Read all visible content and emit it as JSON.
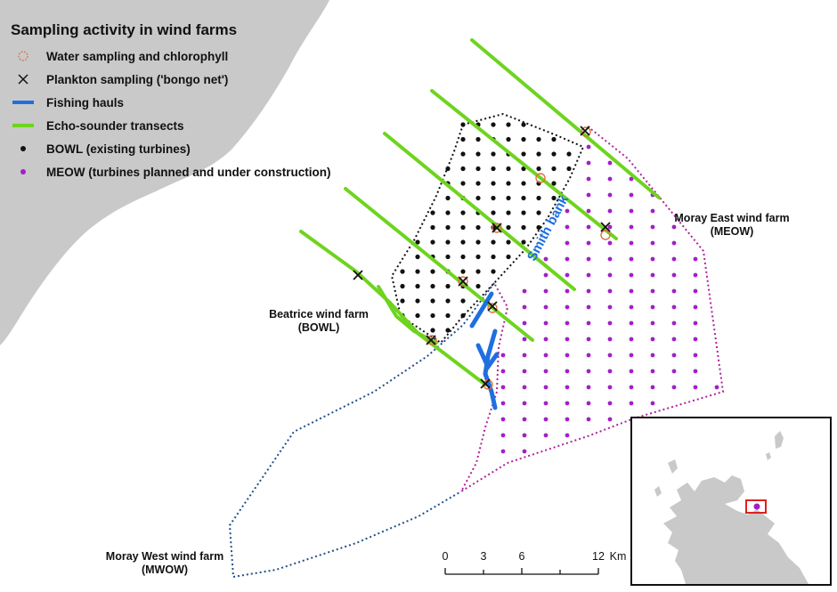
{
  "legend": {
    "title": "Sampling activity in wind farms",
    "items": [
      {
        "label": "Water sampling and chlorophyll",
        "icon": "orange-circle-icon"
      },
      {
        "label": "Plankton sampling ('bongo net')",
        "icon": "black-cross-icon"
      },
      {
        "label": "Fishing hauls",
        "icon": "blue-line-icon"
      },
      {
        "label": "Echo-sounder transects",
        "icon": "green-line-icon"
      },
      {
        "label": "BOWL (existing turbines)",
        "icon": "black-dot-icon"
      },
      {
        "label": "MEOW (turbines planned and under construction)",
        "icon": "purple-dot-icon"
      }
    ]
  },
  "labels": {
    "beatrice": [
      "Beatrice wind farm",
      "(BOWL)"
    ],
    "moray_east": [
      "Moray East wind farm",
      "(MEOW)"
    ],
    "moray_west": [
      "Moray West wind farm",
      "(MWOW)"
    ],
    "smith_bank": "Smith bank"
  },
  "scale_bar": {
    "ticks": [
      "0",
      "3",
      "6",
      "12"
    ],
    "unit": "Km"
  },
  "colors": {
    "land": "#c9c9c9",
    "transect": "#6ed41f",
    "fishing": "#1f6fe0",
    "bowl_boundary": "#111111",
    "meow_boundary": "#b0229a",
    "meow_dot": "#a21fc7",
    "mwow_boundary": "#1f4f8a",
    "water_sample": "#e07040",
    "inset_highlight": "#e02020"
  }
}
